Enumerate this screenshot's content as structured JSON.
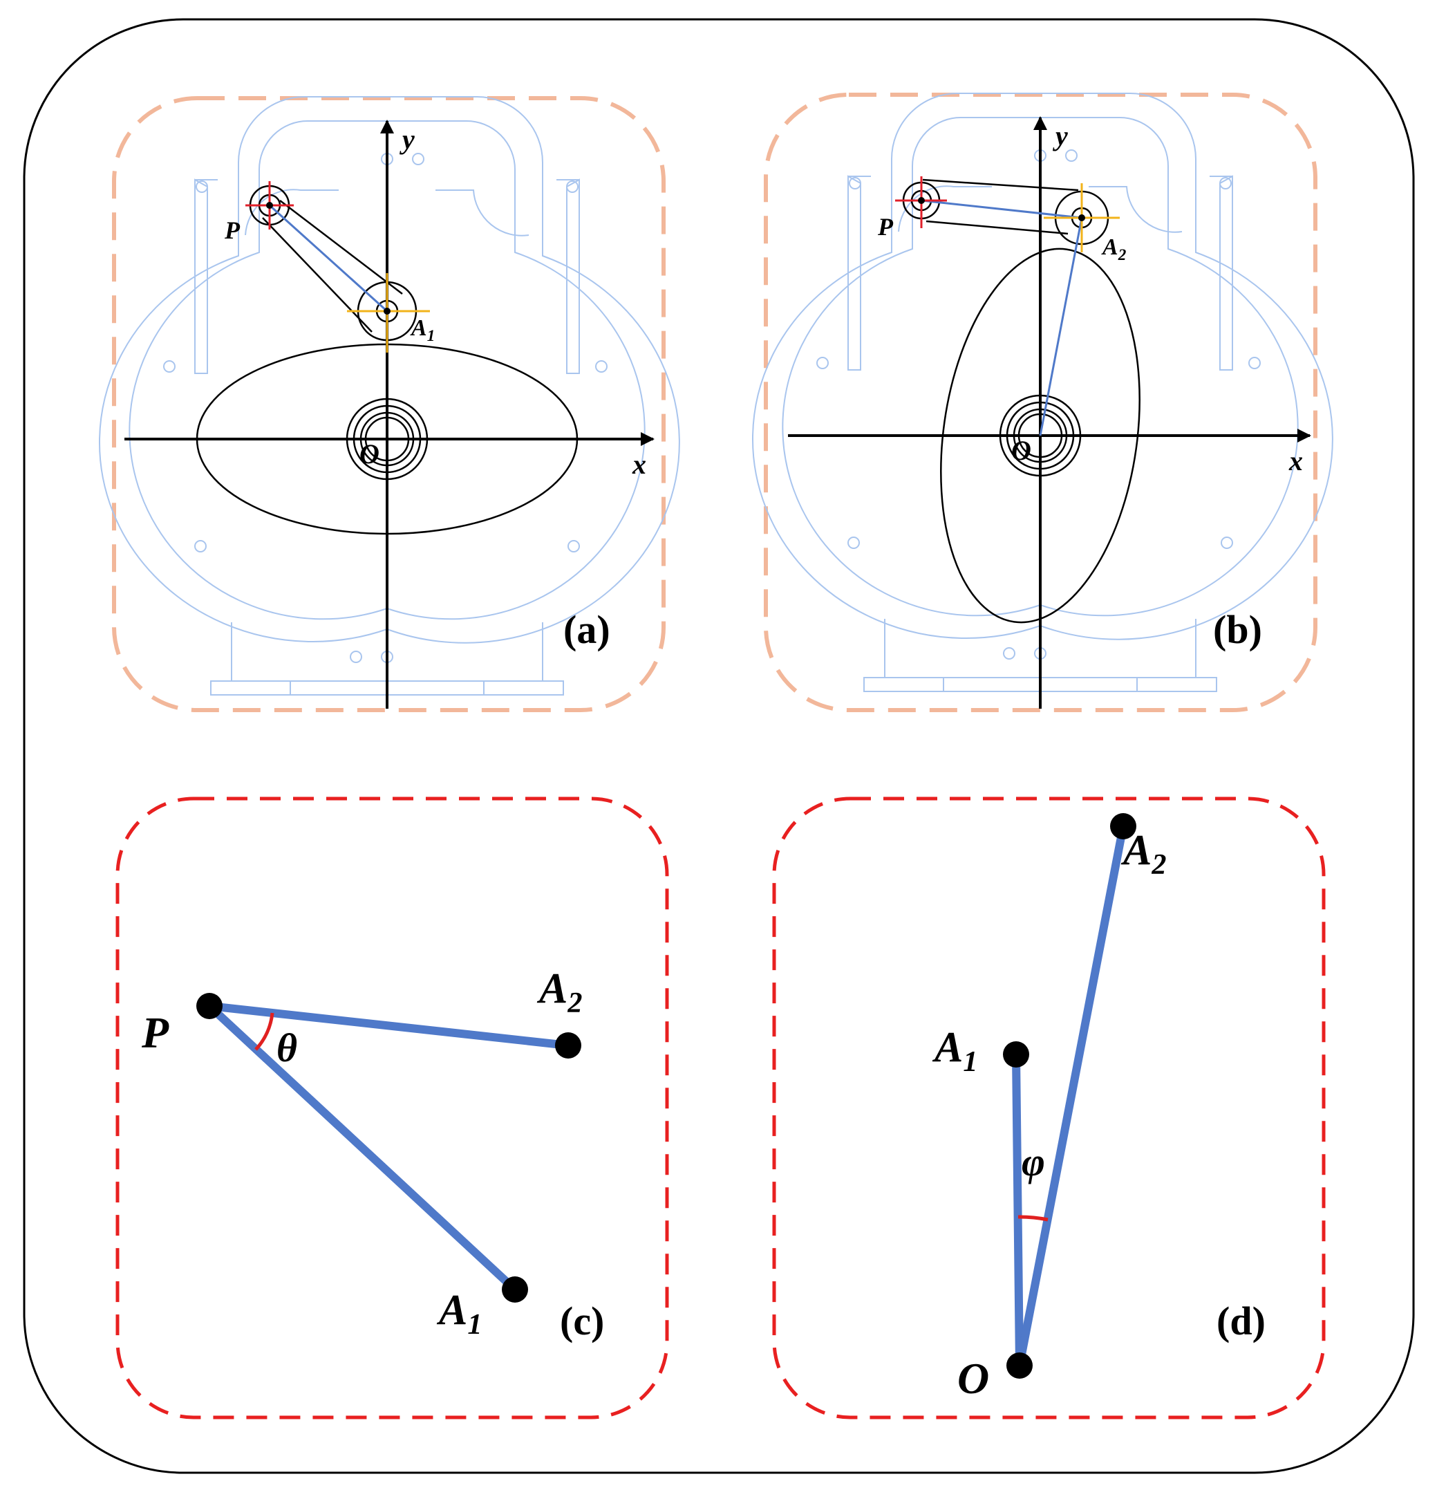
{
  "panels": {
    "a": {
      "tag": "(a)",
      "axis_x": "x",
      "axis_y": "y",
      "point_p": "P",
      "point_a": "A",
      "point_a_sub": "1",
      "origin": "O"
    },
    "b": {
      "tag": "(b)",
      "axis_x": "x",
      "axis_y": "y",
      "point_p": "P",
      "point_a": "A",
      "point_a_sub": "2",
      "origin": "O"
    },
    "c": {
      "tag": "(c)",
      "point_p": "P",
      "point_a1": "A",
      "point_a1_sub": "1",
      "point_a2": "A",
      "point_a2_sub": "2",
      "angle": "θ"
    },
    "d": {
      "tag": "(d)",
      "point_o": "O",
      "point_a1": "A",
      "point_a1_sub": "1",
      "point_a2": "A",
      "point_a2_sub": "2",
      "angle": "φ"
    }
  },
  "colors": {
    "housing": "#a9c5ee",
    "link_blue": "#4f79c9",
    "frame_a_b": "#f2b79a",
    "frame_c_d": "#e82020",
    "crosshair_p": "#e0202a",
    "crosshair_a": "#f2b31b",
    "angle_arc": "#e02020"
  }
}
